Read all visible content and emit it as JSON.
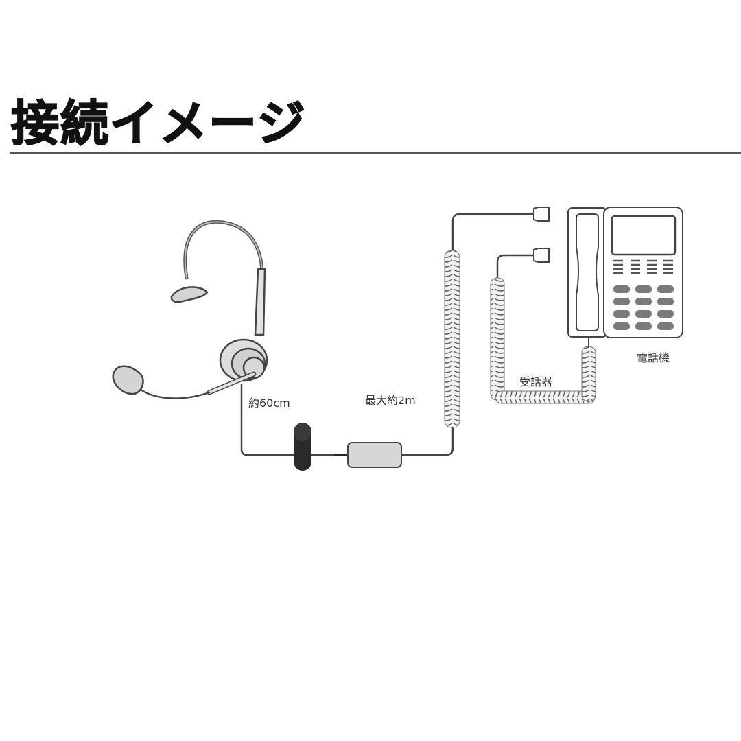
{
  "title": "接続イメージ",
  "labels": {
    "headset_cable": "約60cm",
    "coil_cable": "最大約2m",
    "handset": "受話器",
    "telephone": "電話機"
  },
  "components": [
    {
      "name": "headset",
      "description": "monaural headset with boom microphone"
    },
    {
      "name": "inline-connector",
      "description": "dark cylindrical quick-disconnect"
    },
    {
      "name": "amplifier-box",
      "description": "gray rectangular switch box"
    },
    {
      "name": "coiled-cable-long",
      "description": "coiled cable to telephone (max ~2m)"
    },
    {
      "name": "modular-plug-top",
      "description": "modular plug into telephone"
    },
    {
      "name": "modular-plug-bottom",
      "description": "modular plug for handset"
    },
    {
      "name": "handset-coil-cable",
      "description": "coiled cord from handset"
    },
    {
      "name": "desk-telephone",
      "description": "desk phone with handset, display and keypad"
    }
  ],
  "colors": {
    "line": "#444444",
    "fill_light": "#d8d8d8",
    "connector_dark": "#2a2a2a",
    "title": "#111111"
  }
}
